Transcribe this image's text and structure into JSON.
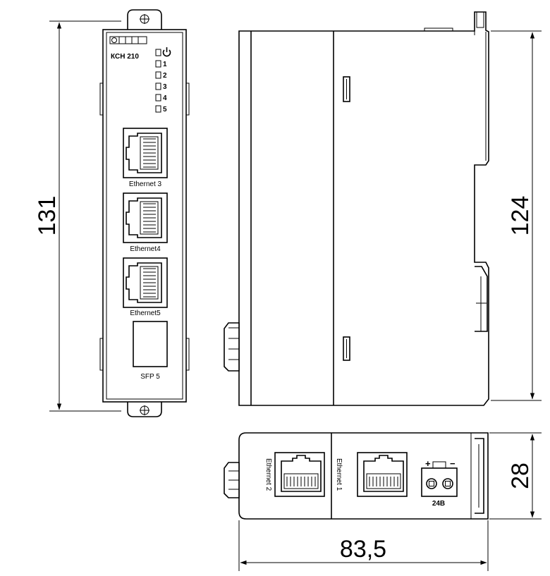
{
  "front_view": {
    "model": "КСН 210",
    "leds": [
      "1",
      "2",
      "3",
      "4",
      "5"
    ],
    "ports": [
      "Ethernet 3",
      "Ethernet4",
      "Ethernet5"
    ],
    "sfp_label": "SFP 5"
  },
  "bottom_view": {
    "port_left": "Ethernet 2",
    "port_right": "Ethernet 1",
    "power_label": "24В",
    "power_plus": "+",
    "power_minus": "−"
  },
  "dimensions": {
    "height_front": "131",
    "height_side": "124",
    "width": "83,5",
    "depth": "28"
  }
}
